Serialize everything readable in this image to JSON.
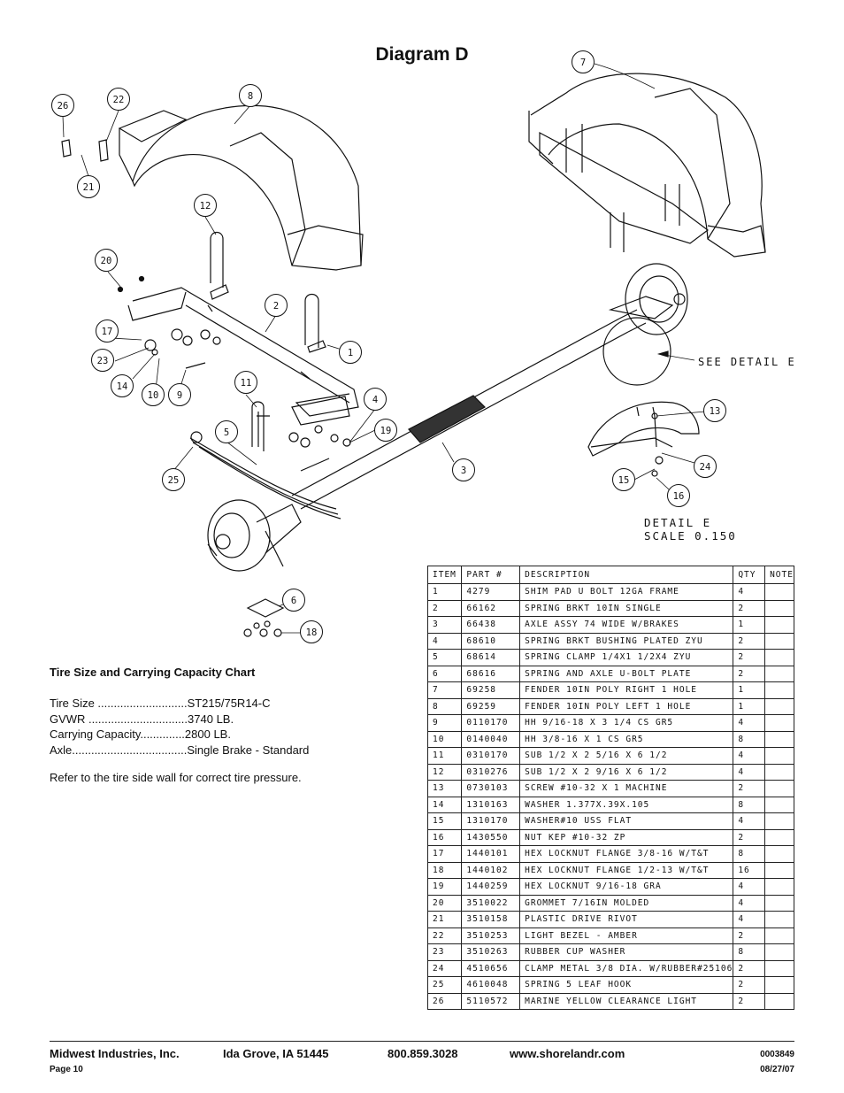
{
  "title": "Diagram D",
  "callouts": [
    "1",
    "2",
    "3",
    "4",
    "5",
    "6",
    "7",
    "8",
    "9",
    "10",
    "11",
    "12",
    "13",
    "14",
    "15",
    "16",
    "17",
    "18",
    "19",
    "20",
    "21",
    "22",
    "23",
    "24",
    "25",
    "26"
  ],
  "detail_ref": "SEE DETAIL  E",
  "detail_title": "DETAIL  E",
  "detail_scale": "SCALE  0.150",
  "spec": {
    "heading": "Tire Size and Carrying Capacity Chart",
    "rows": [
      {
        "label": "Tire Size ............................",
        "value": "ST215/75R14-C"
      },
      {
        "label": "GVWR ...............................",
        "value": "3740 LB."
      },
      {
        "label": "Carrying Capacity..............",
        "value": "2800 LB."
      },
      {
        "label": "Axle....................................",
        "value": "Single Brake - Standard"
      }
    ],
    "note": "Refer to the tire side wall for correct tire pressure."
  },
  "parts_table": {
    "headers": [
      "ITEM",
      "PART #",
      "DESCRIPTION",
      "QTY",
      "NOTE"
    ],
    "rows": [
      [
        "1",
        "4279",
        "SHIM PAD   U BOLT 12GA FRAME",
        "4",
        ""
      ],
      [
        "2",
        "66162",
        "SPRING BRKT  10IN SINGLE",
        "2",
        ""
      ],
      [
        "3",
        "66438",
        "AXLE ASSY 74 WIDE W/BRAKES",
        "1",
        ""
      ],
      [
        "4",
        "68610",
        "SPRING BRKT BUSHING PLATED ZYU",
        "2",
        ""
      ],
      [
        "5",
        "68614",
        "SPRING CLAMP   1/4X1 1/2X4  ZYU",
        "2",
        ""
      ],
      [
        "6",
        "68616",
        "SPRING AND AXLE U-BOLT PLATE",
        "2",
        ""
      ],
      [
        "7",
        "69258",
        "FENDER  10IN POLY RIGHT 1 HOLE",
        "1",
        ""
      ],
      [
        "8",
        "69259",
        "FENDER  10IN POLY LEFT 1 HOLE",
        "1",
        ""
      ],
      [
        "9",
        "0110170",
        "HH 9/16-18 X 3 1/4 CS GR5",
        "4",
        ""
      ],
      [
        "10",
        "0140040",
        "HH 3/8-16 X 1 CS GR5",
        "8",
        ""
      ],
      [
        "11",
        "0310170",
        "SUB 1/2 X 2 5/16 X 6 1/2",
        "4",
        ""
      ],
      [
        "12",
        "0310276",
        "SUB 1/2 X 2 9/16 X 6 1/2",
        "4",
        ""
      ],
      [
        "13",
        "0730103",
        "SCREW #10-32 X 1 MACHINE",
        "2",
        ""
      ],
      [
        "14",
        "1310163",
        "WASHER 1.377X.39X.105",
        "8",
        ""
      ],
      [
        "15",
        "1310170",
        "WASHER#10 USS FLAT",
        "4",
        ""
      ],
      [
        "16",
        "1430550",
        "NUT KEP #10-32 ZP",
        "2",
        ""
      ],
      [
        "17",
        "1440101",
        "HEX LOCKNUT FLANGE 3/8-16 W/T&T",
        "8",
        ""
      ],
      [
        "18",
        "1440102",
        "HEX LOCKNUT FLANGE 1/2-13 W/T&T",
        "16",
        ""
      ],
      [
        "19",
        "1440259",
        "HEX LOCKNUT 9/16-18 GRA",
        "4",
        ""
      ],
      [
        "20",
        "3510022",
        "GROMMET  7/16IN MOLDED",
        "4",
        ""
      ],
      [
        "21",
        "3510158",
        "PLASTIC DRIVE RIVOT",
        "4",
        ""
      ],
      [
        "22",
        "3510253",
        "LIGHT BEZEL - AMBER",
        "2",
        ""
      ],
      [
        "23",
        "3510263",
        "RUBBER CUP WASHER",
        "8",
        ""
      ],
      [
        "24",
        "4510656",
        "CLAMP METAL 3/8 DIA. W/RUBBER#25106",
        "2",
        ""
      ],
      [
        "25",
        "4610048",
        "SPRING  5 LEAF HOOK",
        "2",
        ""
      ],
      [
        "26",
        "5110572",
        "MARINE YELLOW CLEARANCE LIGHT",
        "2",
        ""
      ]
    ]
  },
  "footer": {
    "company": "Midwest Industries, Inc.",
    "location": "Ida Grove, IA  51445",
    "phone": "800.859.3028",
    "website": "www.shorelandr.com",
    "doc_number": "0003849",
    "page": "Page 10",
    "date": "08/27/07"
  }
}
